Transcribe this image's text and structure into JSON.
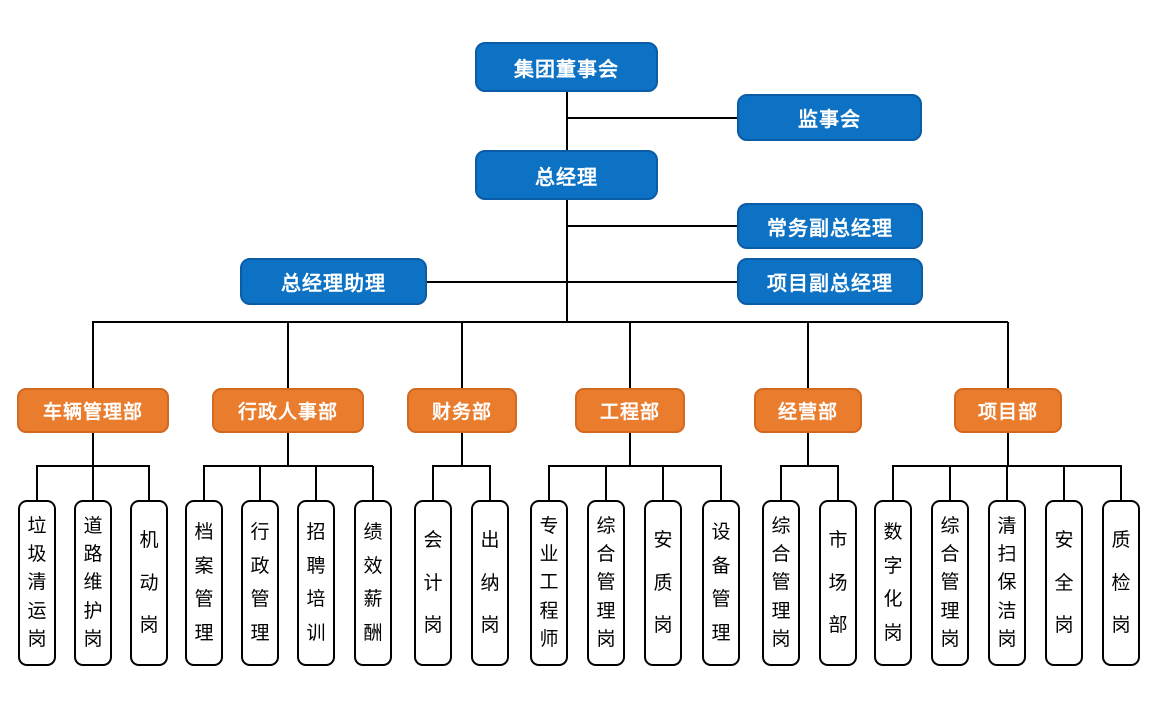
{
  "org_chart": {
    "executive": {
      "board": "集团董事会",
      "supervisory_board": "监事会",
      "general_manager": "总经理",
      "executive_deputy_gm": "常务副总经理",
      "gm_assistant": "总经理助理",
      "project_deputy_gm": "项目副总经理"
    },
    "departments": [
      {
        "label": "车辆管理部",
        "positions": [
          "垃圾清运岗",
          "道路维护岗",
          "机动岗"
        ]
      },
      {
        "label": "行政人事部",
        "positions": [
          "档案管理",
          "行政管理",
          "招聘培训",
          "绩效薪酬"
        ]
      },
      {
        "label": "财务部",
        "positions": [
          "会计岗",
          "出纳岗"
        ]
      },
      {
        "label": "工程部",
        "positions": [
          "专业工程师",
          "综合管理岗",
          "安质岗",
          "设备管理"
        ]
      },
      {
        "label": "经营部",
        "positions": [
          "综合管理岗",
          "市场部"
        ]
      },
      {
        "label": "项目部",
        "positions": [
          "数字化岗",
          "综合管理岗",
          "清扫保洁岗",
          "安全岗",
          "质检岗"
        ]
      }
    ],
    "colors": {
      "executive-fill": "#0d72c4",
      "executive-border": "#0b5ca6",
      "department-fill": "#ea7c2e",
      "department-border": "#d2691f",
      "position-fill": "#ffffff",
      "position-border": "#000000",
      "connector": "#000000",
      "text-on-color": "#ffffff",
      "text-dark": "#000000"
    }
  }
}
